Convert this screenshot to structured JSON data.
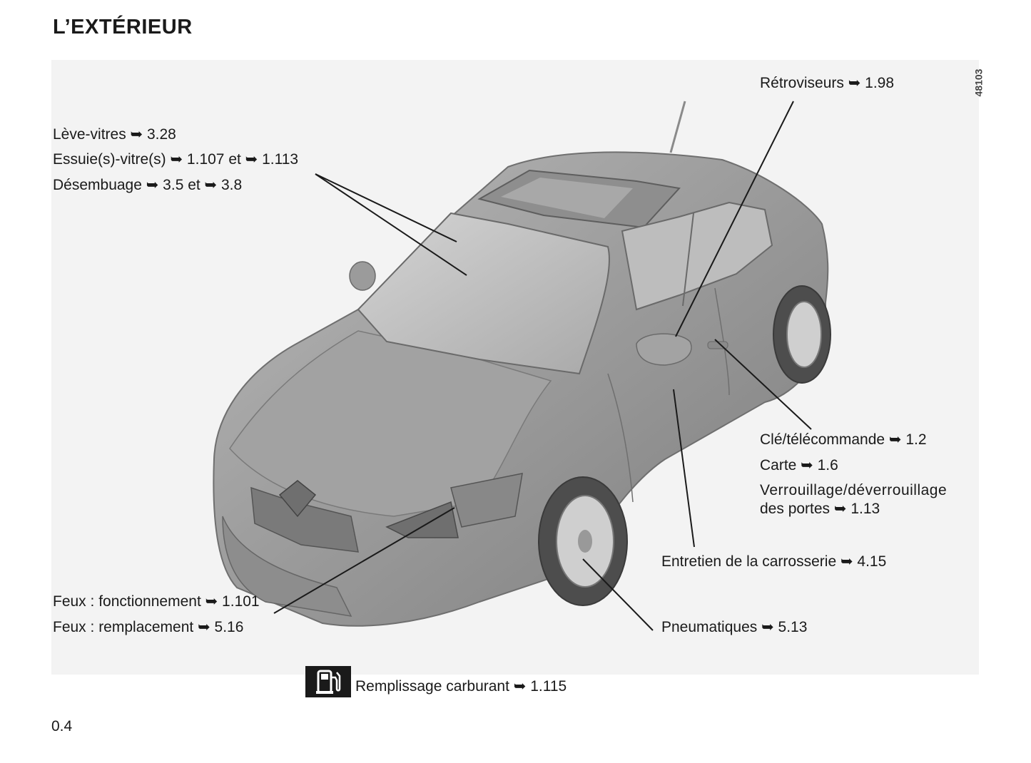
{
  "header": {
    "title": "L’EXTÉRIEUR"
  },
  "figure": {
    "code": "48103"
  },
  "callouts": {
    "retroviseurs": "Rétroviseurs ➥ 1.98",
    "leve_vitres": "Lève-vitres ➥ 3.28",
    "essuie_vitres": "Essuie(s)-vitre(s) ➥ 1.107 et ➥ 1.113",
    "desembuage": "Désembuage ➥ 3.5 et ➥ 3.8",
    "cle_telecommande": "Clé/télécommande ➥ 1.2",
    "carte": "Carte ➥ 1.6",
    "verrouillage_line1": "Verrouillage/déverrouillage",
    "verrouillage_line2": "des portes ➥ 1.13",
    "entretien": "Entretien de la carrosserie ➥ 4.15",
    "feux_fonctionnement": "Feux : fonctionnement ➥ 1.101",
    "feux_remplacement": "Feux : remplacement ➥ 5.16",
    "pneumatiques": "Pneumatiques ➥ 5.13",
    "remplissage": "Remplissage carburant ➥ 1.115"
  },
  "icons": {
    "fuel": "fuel-pump-icon"
  },
  "footer": {
    "page_number": "0.4"
  }
}
